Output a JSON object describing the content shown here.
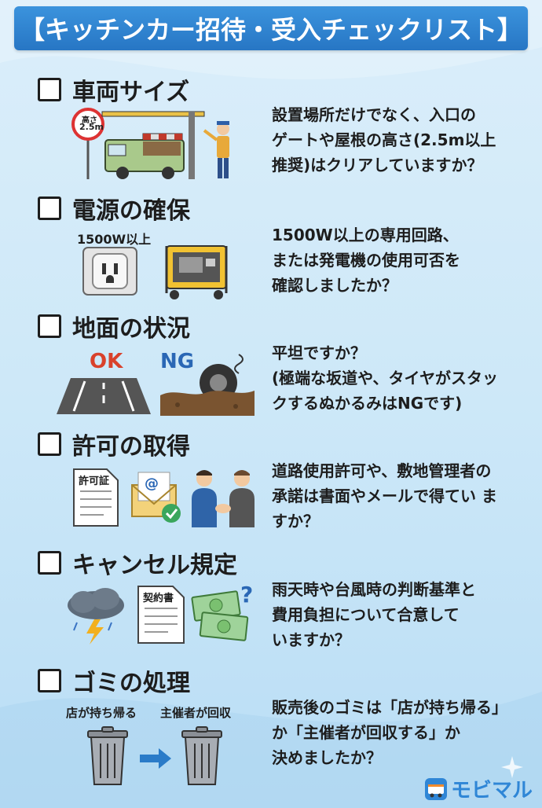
{
  "title": "【キッチンカー招待・受入チェックリスト】",
  "sections": [
    {
      "title": "車両サイズ",
      "text": [
        "設置場所だけでなく、入口の",
        "ゲートや屋根の高さ(2.5m以上",
        "推奨)はクリアしていますか？"
      ],
      "sign_top": "高さ",
      "sign_bottom": "2.5m"
    },
    {
      "title": "電源の確保",
      "text": [
        "1500W以上の専用回路、",
        "または発電機の使用可否を",
        "確認しましたか？"
      ],
      "label": "1500W以上"
    },
    {
      "title": "地面の状況",
      "text": [
        "平坦ですか？",
        "(極端な坂道や、タイヤがスタッ",
        "クするぬかるみはNGです)"
      ],
      "ok_label": "OK",
      "ng_label": "NG"
    },
    {
      "title": "許可の取得",
      "text": [
        "道路使用許可や、敷地管理者の",
        "承諾は書面やメールで得てい ま",
        "すか？"
      ],
      "doc_label": "許可証",
      "mail_symbol": "@"
    },
    {
      "title": "キャンセル規定",
      "text": [
        "雨天時や台風時の判断基準と",
        "費用負担について合意して",
        "いますか？"
      ],
      "doc_label": "契約書",
      "question_mark": "?"
    },
    {
      "title": "ゴミの処理",
      "text": [
        "販売後のゴミは「店が持ち帰る」",
        "か「主催者が回収する」か",
        "決めましたか？"
      ],
      "left_label": "店が持ち帰る",
      "right_label": "主催者が回収"
    }
  ],
  "logo": "モビマル",
  "colors": {
    "banner": "#2a7bc8",
    "ok": "#d9412b",
    "ng": "#2a67b5",
    "logo": "#2f86d6"
  }
}
